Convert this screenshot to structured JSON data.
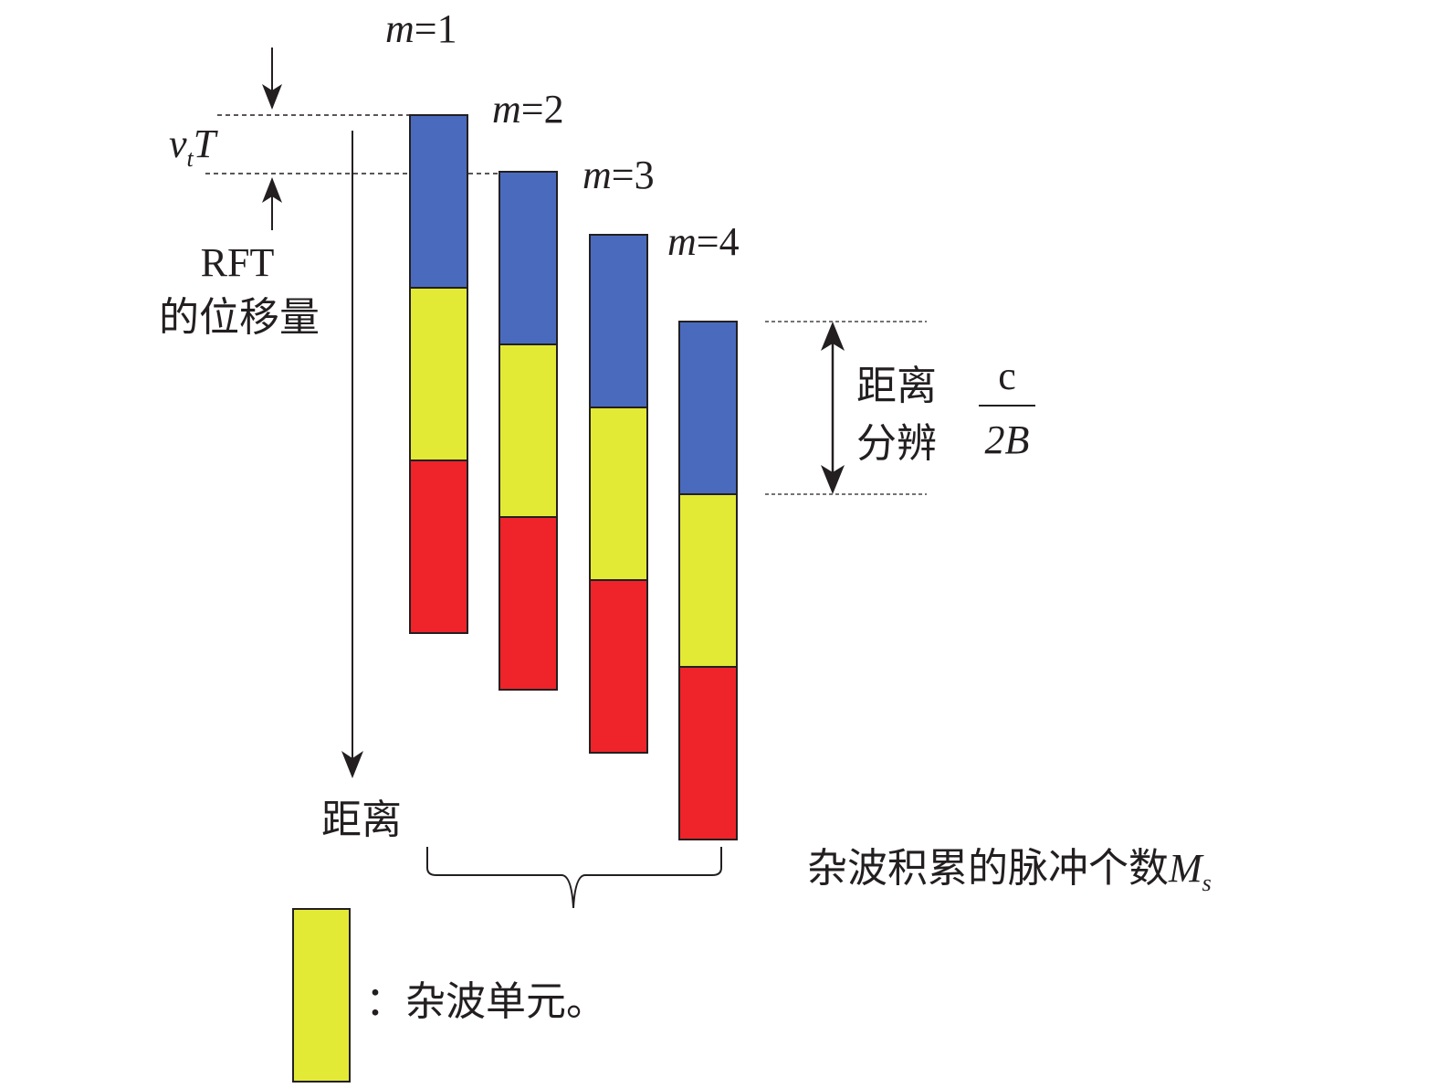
{
  "labels": {
    "m1": {
      "var": "m",
      "eq": "=1"
    },
    "m2": {
      "var": "m",
      "eq": "=2"
    },
    "m3": {
      "var": "m",
      "eq": "=3"
    },
    "m4": {
      "var": "m",
      "eq": "=4"
    },
    "vt_v": "v",
    "vt_sub": "t",
    "vt_T": "T",
    "rft_line1": "RFT",
    "rft_line2": "的位移量",
    "range_axis": "距离",
    "resolution_line1": "距离",
    "resolution_line2": "分辨",
    "fraction_num": "c",
    "fraction_den": "2B",
    "pulses_text": "杂波积累的脉冲个数",
    "pulses_var": "M",
    "pulses_sub": "s",
    "legend_text": "：杂波单元。"
  },
  "colors": {
    "blue": "#4a6bbd",
    "yellow": "#e3ea35",
    "red": "#ee242a",
    "line": "#231f20"
  },
  "icons": [
    "down-arrow-icon",
    "up-arrow-icon",
    "double-arrow-icon",
    "brace-icon"
  ]
}
